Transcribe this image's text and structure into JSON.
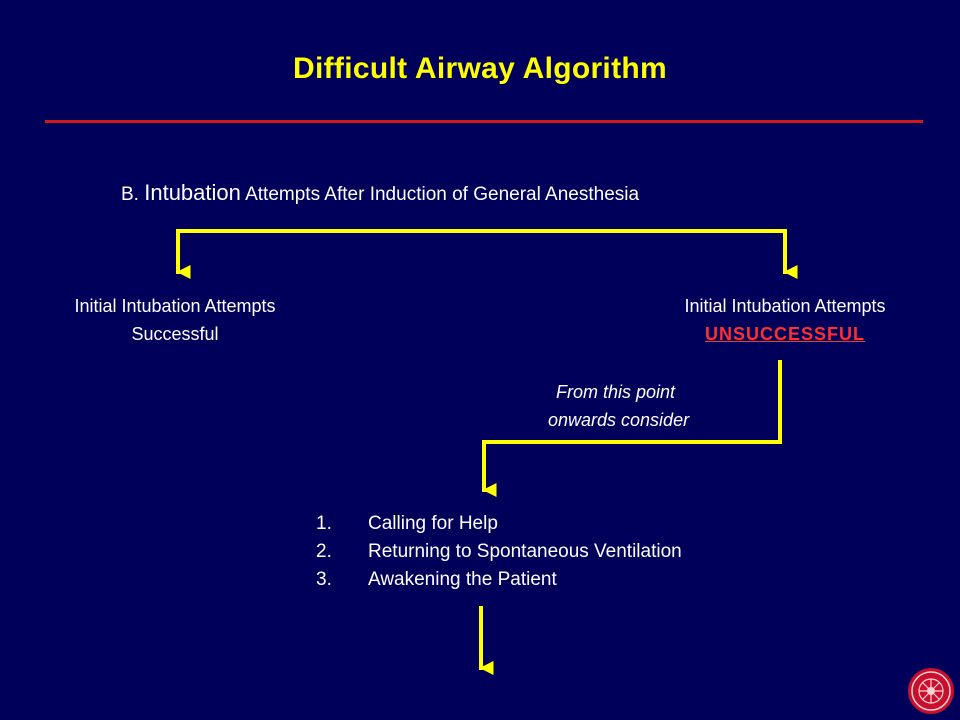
{
  "slide": {
    "title": "Difficult Airway Algorithm",
    "subtitle_prefix": "B.",
    "subtitle_emphasis": "Intubation",
    "subtitle_rest": "Attempts After Induction of General Anesthesia"
  },
  "nodes": {
    "successful_line1": "Initial Intubation Attempts",
    "successful_line2": "Successful",
    "unsuccessful_line1": "Initial Intubation Attempts",
    "unsuccessful_line2": "UNSUCCESSFUL"
  },
  "consider": {
    "line1": "From this point",
    "line2": "onwards consider"
  },
  "steps": [
    {
      "number": "1.",
      "text": "Calling for Help"
    },
    {
      "number": "2.",
      "text": "Returning to Spontaneous Ventilation"
    },
    {
      "number": "3.",
      "text": "Awakening the Patient"
    }
  ],
  "colors": {
    "background": "#00005a",
    "title": "#ffff00",
    "connector": "#ffff00",
    "rule": "#d01818",
    "alert": "#ff3030",
    "text": "#ffffff"
  },
  "icons": {
    "seal": "university-seal-icon"
  }
}
